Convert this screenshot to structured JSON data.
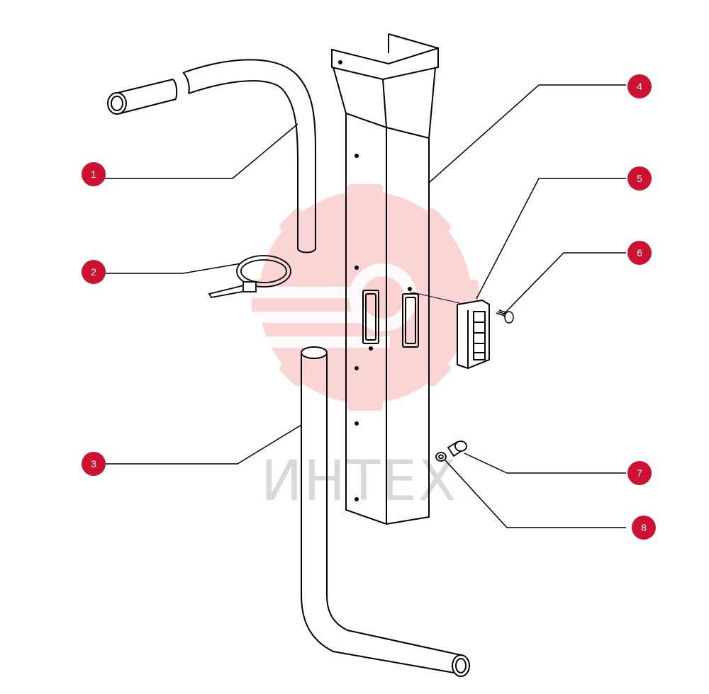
{
  "watermark": {
    "text": "ИНТЕХ",
    "color": "#f26b6b"
  },
  "callout_color": "#cc1133",
  "parts": [
    {
      "number": "1",
      "name": "upper-handle-tube"
    },
    {
      "number": "2",
      "name": "cable-tie"
    },
    {
      "number": "3",
      "name": "lower-tube"
    },
    {
      "number": "4",
      "name": "column"
    },
    {
      "number": "5",
      "name": "connector-housing"
    },
    {
      "number": "6",
      "name": "small-screw"
    },
    {
      "number": "7",
      "name": "bolt"
    },
    {
      "number": "8",
      "name": "washer"
    }
  ]
}
